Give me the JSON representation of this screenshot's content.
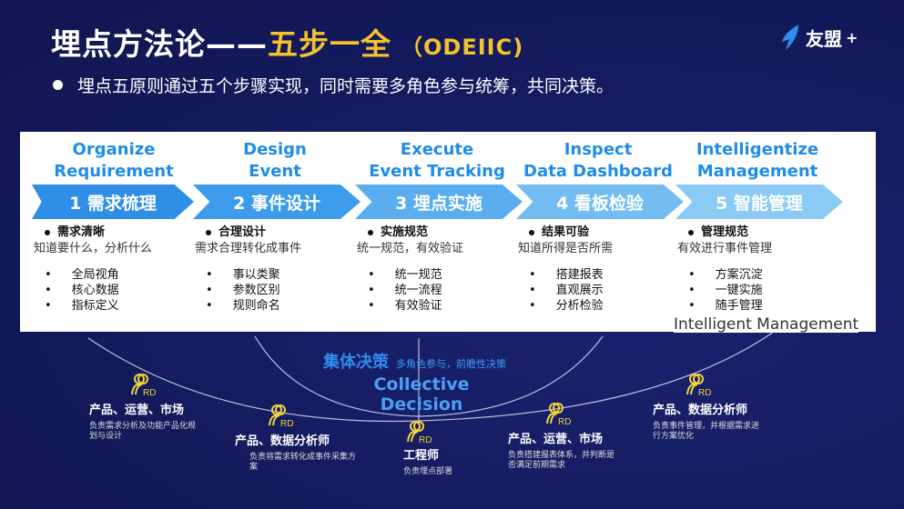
{
  "title": {
    "main": "埋点方法论——",
    "highlight": "五步一全",
    "suffix": "（ODEIIC)"
  },
  "logo": {
    "text": "友盟",
    "plus": "+"
  },
  "subtitle": "埋点五原则通过五个步骤实现，同时需要多角色参与统筹，共同决策。",
  "steps": [
    {
      "en1": "Organize",
      "en2": "Requirement",
      "label": "1 需求梳理",
      "bold": "需求清晰",
      "desc": "知道要什么，分析什么",
      "items": [
        "全局视角",
        "核心数据",
        "指标定义"
      ],
      "color": "#2f8fe6"
    },
    {
      "en1": "Design",
      "en2": "Event",
      "label": "2 事件设计",
      "bold": "合理设计",
      "desc": "需求合理转化成事件",
      "items": [
        "事以类聚",
        "参数区别",
        "规则命名"
      ],
      "color": "#3d9bec"
    },
    {
      "en1": "Execute",
      "en2": "Event Tracking",
      "label": "3 埋点实施",
      "bold": "实施规范",
      "desc": "统一规范，有效验证",
      "items": [
        "统一规范",
        "统一流程",
        "有效验证"
      ],
      "color": "#5aaef0"
    },
    {
      "en1": "Inspect",
      "en2": "Data Dashboard",
      "label": "4 看板检验",
      "bold": "结果可验",
      "desc": "知道所得是否所需",
      "items": [
        "搭建报表",
        "直观展示",
        "分析检验"
      ],
      "color": "#74bdf3"
    },
    {
      "en1": "Intelligentize",
      "en2": "Management",
      "label": "5 智能管理",
      "bold": "管理规范",
      "desc": "有效进行事件管理",
      "items": [
        "方案沉淀",
        "一键实施",
        "随手管理"
      ],
      "color": "#8ccaf6"
    }
  ],
  "overlay_text": "Intelligent Management",
  "collective": {
    "cn": "集体决策",
    "note": "多角色参与，前瞻性决策",
    "en1": "Collective",
    "en2": "Decision"
  },
  "roles": [
    {
      "name": "产品、运营、市场",
      "desc": "负责需求分析及功能产品化规划与设计",
      "badge": "RD"
    },
    {
      "name": "产品、数据分析师",
      "desc": "负责将需求转化成事件采集方案",
      "badge": "RD"
    },
    {
      "name": "工程师",
      "desc": "负责埋点部署",
      "badge": "RD"
    },
    {
      "name": "产品、运营、市场",
      "desc": "负责搭建报表体系，并判断是否满足前期需求",
      "badge": "RD"
    },
    {
      "name": "产品、数据分析师",
      "desc": "负责事件管理，并根据需求进行方案优化",
      "badge": "RD"
    }
  ]
}
